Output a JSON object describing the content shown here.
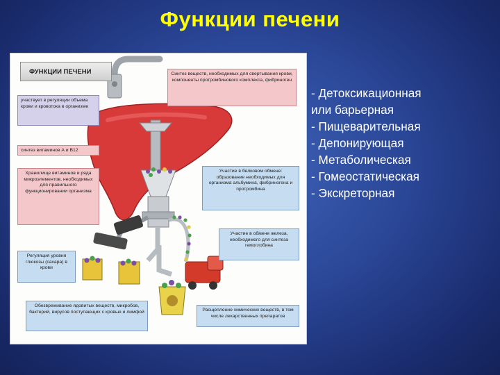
{
  "slide": {
    "title": "Функции печени"
  },
  "panel": {
    "header": "ФУНКЦИИ ПЕЧЕНИ",
    "labels": {
      "blood_regulation": "участвует в регуляции объема крови и кровотока в организме",
      "vitamin_synthesis": "синтез витаминов А и В12",
      "storage": "Хранилище витаминов и ряда микроэлементов, необходимых для правильного функционировании организма",
      "glucose": "Регуляция уровня глюкозы (сахара) в крови",
      "detox": "Обезвреживание ядовитых веществ, микробов, бактерий, вирусов поступающих с кровью и лимфой",
      "coagulation": "Синтез веществ, необходимых для свертывания крови, компоненты протромбинового комплекса, фибриноген",
      "protein": "Участие в белковом обмене: образование необходимых для организма альбумина, фибриногена и протромбина",
      "iron": "Участие в обмене железа, необходимого для синтеза гемоглобина",
      "chemicals": "Расщепление химических веществ, в том числе лекарственных препаратов"
    }
  },
  "functions": [
    "- Детоксикационная",
    "или барьерная",
    "- Пищеварительная",
    "- Депонирующая",
    "- Метаболическая",
    "- Гомеостатическая",
    "- Экскреторная"
  ],
  "colors": {
    "title": "#ffff00",
    "liver": "#d83a3a",
    "pink_box": "#f4c7cb",
    "blue_box": "#c6dcf0"
  }
}
